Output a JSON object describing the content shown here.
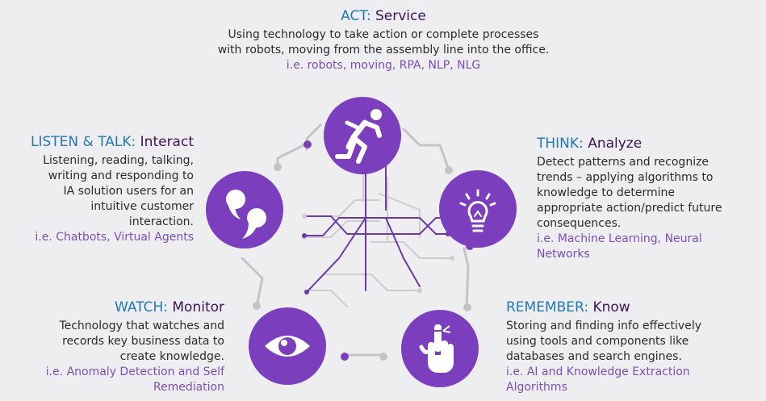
{
  "act": {
    "keyword": "ACT:",
    "title": "Service",
    "body_line1": "Using technology to take action or complete processes",
    "body_line2": "with robots, moving from the assembly line into the office.",
    "examples": "i.e. robots, moving, RPA, NLP, NLG"
  },
  "listen": {
    "keyword": "LISTEN & TALK:",
    "title": "Interact",
    "body_line1": "Listening, reading, talking,",
    "body_line2": "writing and responding to",
    "body_line3": "IA solution users for an",
    "body_line4": "intuitive customer",
    "body_line5": "interaction.",
    "examples": "i.e. Chatbots, Virtual Agents"
  },
  "think": {
    "keyword": "THINK:",
    "title": "Analyze",
    "body_line1": "Detect patterns and recognize",
    "body_line2": "trends – applying algorithms to",
    "body_line3": "knowledge to determine",
    "body_line4": "appropriate action/predict future",
    "body_line5": "consequences.",
    "examples_line1": "i.e. Machine Learning, Neural",
    "examples_line2": "Networks"
  },
  "watch": {
    "keyword": "WATCH:",
    "title": "Monitor",
    "body_line1": "Technology that watches and",
    "body_line2": "records key business data to",
    "body_line3": "create knowledge.",
    "examples_line1": "i.e. Anomaly Detection and Self",
    "examples_line2": "Remediation"
  },
  "remember": {
    "keyword": "REMEMBER:",
    "title": "Know",
    "body_line1": "Storing and finding info effectively",
    "body_line2": "using tools and components like",
    "body_line3": "databases and search engines.",
    "examples_line1": "i.e. AI and Knowledge Extraction",
    "examples_line2": "Algorithms"
  },
  "icons": [
    "running-person-icon",
    "lightbulb-icon",
    "finger-with-string-icon",
    "eye-icon",
    "speech-bubbles-icon"
  ],
  "colors": {
    "circle": "#7b3fbe",
    "keyword": "#1f78b4",
    "title": "#3a1458",
    "examples": "#7a4fb3",
    "connector": "#c4c4c4",
    "center_lines": "#6a3aa8"
  }
}
